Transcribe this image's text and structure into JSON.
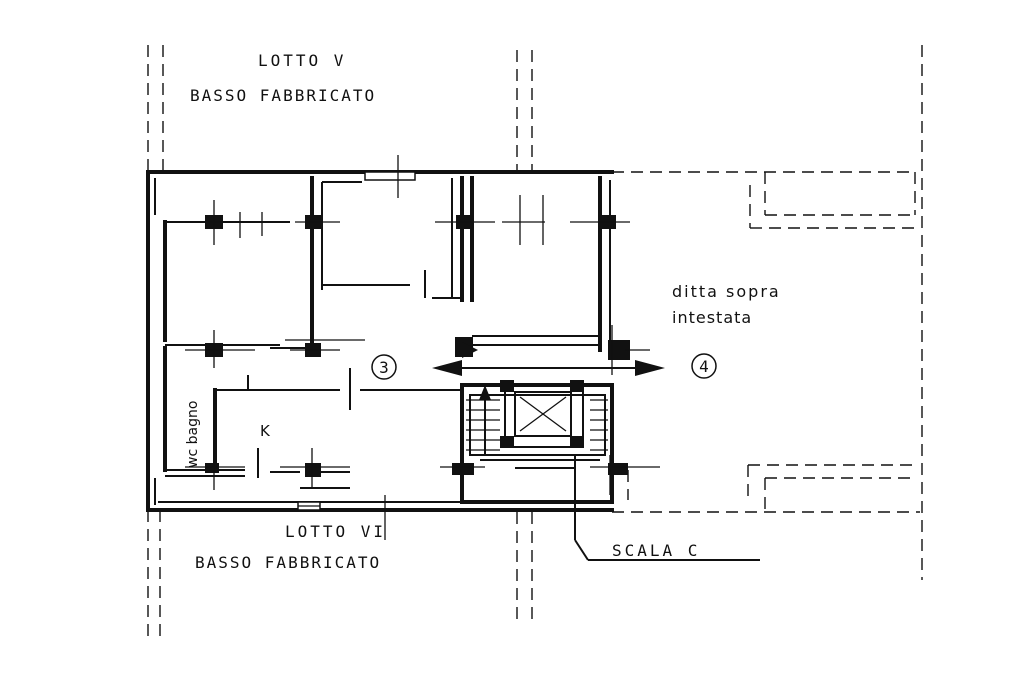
{
  "labels": {
    "top_lot": "LOTTO   V",
    "top_building": "BASSO  FABBRICATO",
    "bottom_lot": "LOTTO  VI",
    "bottom_building": "BASSO   FABBRICATO",
    "owner_line1": "ditta  sopra",
    "owner_line2": "intestata",
    "unit_3": "3",
    "unit_4": "4",
    "kitchen": "K",
    "bathroom": "wc bagno",
    "stair": "SCALA  C"
  }
}
